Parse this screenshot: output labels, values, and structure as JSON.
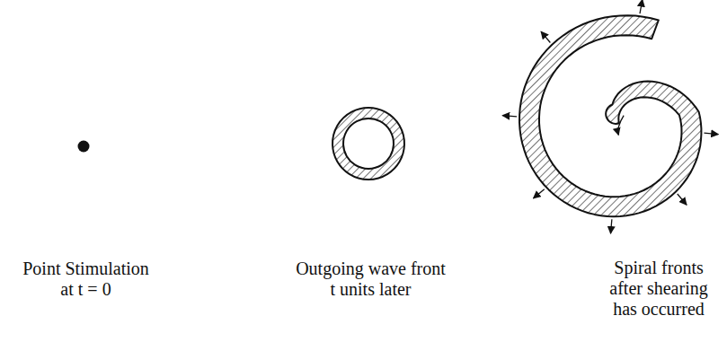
{
  "diagram": {
    "labels": [
      "Point Stimulation at t = 0",
      "Outgoing wave front t units later",
      "Spiral fronts after shearing has occurred"
    ]
  }
}
